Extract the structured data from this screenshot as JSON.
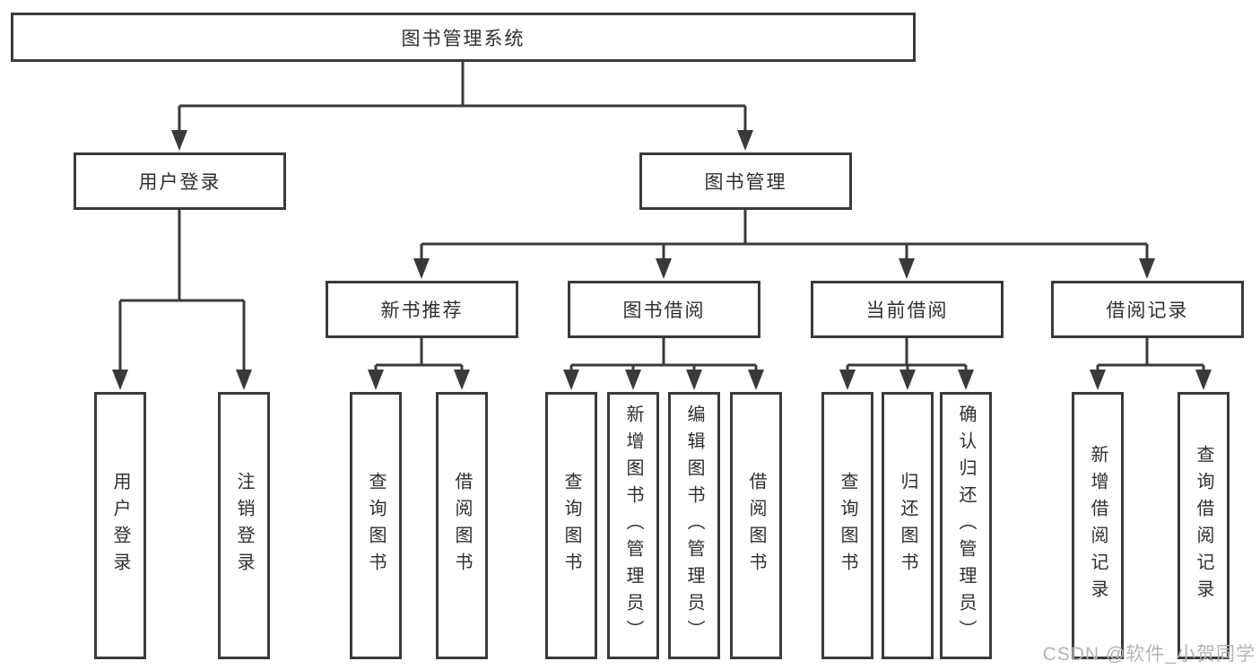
{
  "diagram": {
    "root": {
      "label": "图书管理系统"
    },
    "branches": [
      {
        "label": "用户登录",
        "children": [
          "用户登录",
          "注销登录"
        ]
      },
      {
        "label": "图书管理",
        "children": [
          {
            "label": "新书推荐",
            "children": [
              "查询图书",
              "借阅图书"
            ]
          },
          {
            "label": "图书借阅",
            "children": [
              "查询图书",
              "新增图书（管理员）",
              "编辑图书（管理员）",
              "借阅图书"
            ]
          },
          {
            "label": "当前借阅",
            "children": [
              "查询图书",
              "归还图书",
              "确认归还（管理员）"
            ]
          },
          {
            "label": "借阅记录",
            "children": [
              "新增借阅记录",
              "查询借阅记录"
            ]
          }
        ]
      }
    ]
  },
  "watermark": "CSDN @软件_小贺同学",
  "colors": {
    "line": "#3a3a3a",
    "border": "#3a3a3a",
    "text": "#2f2f2f",
    "watermark": "#b4b4b4",
    "background": "#ffffff"
  }
}
